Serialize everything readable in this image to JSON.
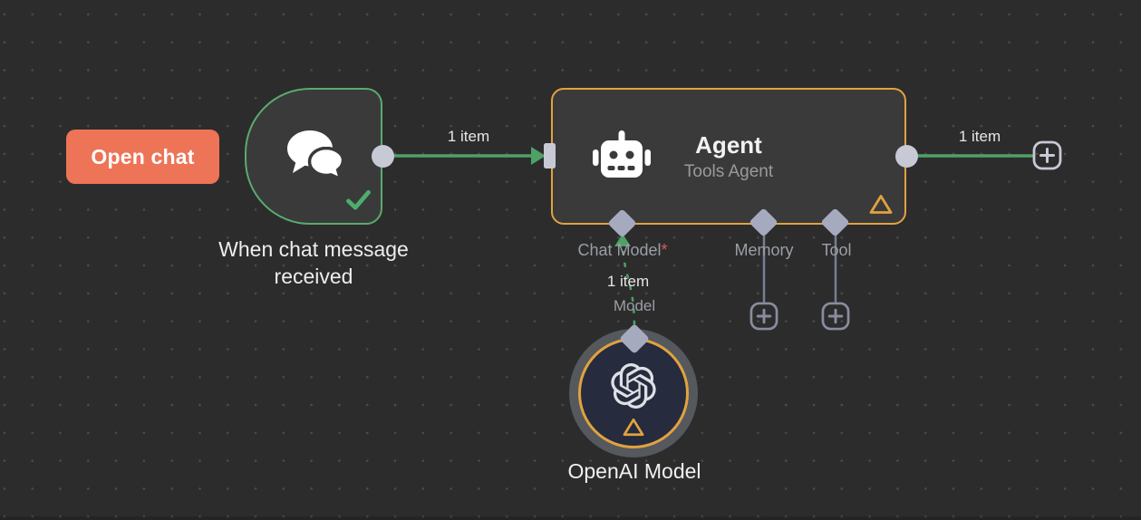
{
  "palette": {
    "background": "#2c2c2c",
    "node_fill": "#3a3a3a",
    "trigger_border_green": "#5aab6f",
    "connection_green": "#4ea167",
    "agent_border_orange": "#e2a23f",
    "warning_orange": "#e2a23f",
    "open_chat_coral": "#ed7456",
    "connector_gray": "#c7cad5",
    "diamond_lavender": "#a6aabf",
    "sub_connection_gray": "#787d92",
    "required_red": "#e0565e",
    "label_gray": "#9a9ea6",
    "text_white": "#ededed",
    "openai_fill": "#262b3e",
    "openai_ring_gray": "#55585d"
  },
  "open_chat_button": {
    "label": "Open chat"
  },
  "trigger_node": {
    "caption": "When chat message received",
    "icon": "chat-bubbles-icon",
    "status_icon": "check-icon"
  },
  "edges": {
    "trigger_to_agent_label": "1 item",
    "agent_output_label": "1 item",
    "chat_model_items_label": "1 item",
    "chat_model_edge_label": "Model"
  },
  "agent_node": {
    "title": "Agent",
    "subtitle": "Tools Agent",
    "icon": "robot-icon",
    "status_icon": "warning-triangle-icon",
    "ports": [
      {
        "label": "Chat Model",
        "required_marker": "*"
      },
      {
        "label": "Memory",
        "required_marker": ""
      },
      {
        "label": "Tool",
        "required_marker": ""
      }
    ]
  },
  "openai_node": {
    "caption": "OpenAI Model",
    "icon": "openai-logo-icon",
    "status_icon": "warning-triangle-icon"
  }
}
